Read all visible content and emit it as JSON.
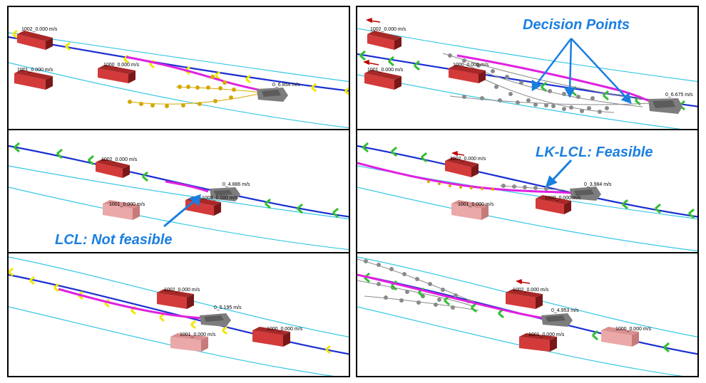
{
  "colors": {
    "lane_center": "#1a2fd0",
    "lane_border": "#36c7e4",
    "planned_path": "#e020e0",
    "sampled_traj": "#d4a800",
    "alt_traj": "#8a8a8a",
    "vehicle_red": "#d33a3a",
    "vehicle_faded": "#eba8a8",
    "ego_car": "#808080",
    "chevron_yellow": "#f2e600",
    "chevron_green": "#2fbf2f",
    "callout": "#1a7fe0"
  },
  "panels": [
    {
      "id": "p1",
      "labels": {
        "v1002": "1002_0.000  m/s",
        "v1001": "1001_0.000  m/s",
        "v1000": "1000_0.000  m/s",
        "ego": "0_6.854  m/s"
      }
    },
    {
      "id": "p2",
      "labels": {
        "v1002": "1002_0.000  m/s",
        "v1001": "1001_0.000  m/s",
        "v1000": "1000_0.000  m/s",
        "ego": "0_6.675  m/s"
      },
      "callout": "Decision Points"
    },
    {
      "id": "p3",
      "labels": {
        "v1002": "1002_0.000  m/s",
        "v1001": "1001_0.000  m/s",
        "v1000": "1000_0.000  m/s",
        "ego": "0_4.886  m/s"
      },
      "callout": "LCL: Not feasible"
    },
    {
      "id": "p4",
      "labels": {
        "v1002": "1002_0.000  m/s",
        "v1001": "1001_0.000  m/s",
        "v1000": "1000_0.000  m/s",
        "ego": "0_3.984  m/s"
      },
      "callout": "LK-LCL: Feasible"
    },
    {
      "id": "p5",
      "labels": {
        "v1002": "1002_0.000  m/s",
        "v1001": "1001_0.000  m/s",
        "v1000": "1000_0.000  m/s",
        "ego": "0_5.195  m/s"
      }
    },
    {
      "id": "p6",
      "labels": {
        "v1002": "1002_0.000  m/s",
        "v1001": "1001_0.000  m/s",
        "v1000": "1000_0.000  m/s",
        "ego": "0_4.953  m/s"
      }
    }
  ]
}
